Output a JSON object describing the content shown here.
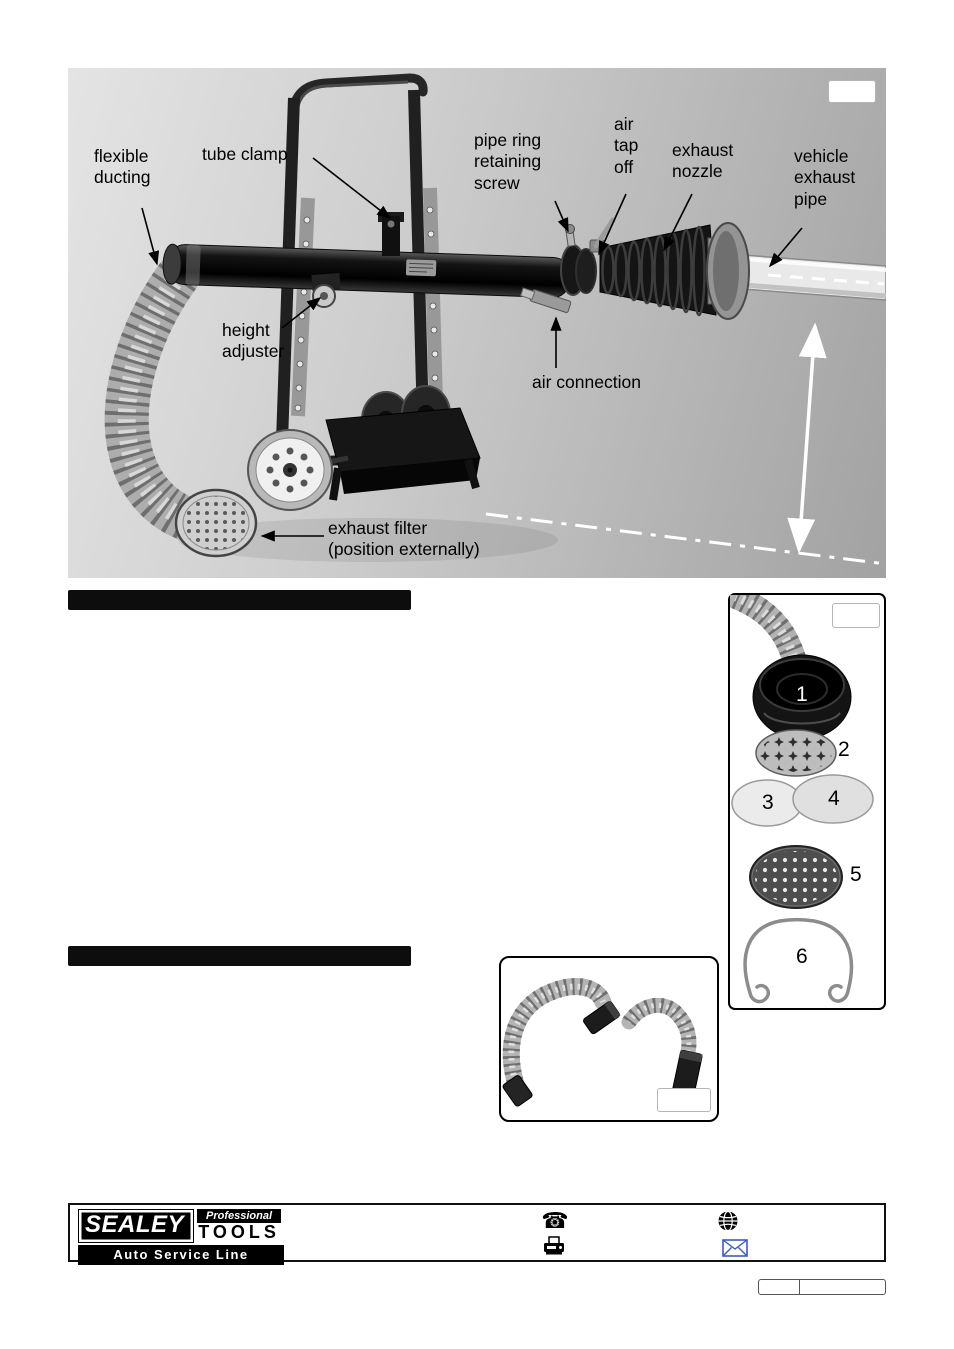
{
  "figure1": {
    "labels": {
      "flexible_ducting": "flexible\nducting",
      "tube_clamp": "tube clamp",
      "pipe_ring_retaining_screw": "pipe ring\nretaining\nscrew",
      "air_tap_off": "air\ntap\noff",
      "exhaust_nozzle": "exhaust\nnozzle",
      "vehicle_exhaust_pipe": "vehicle\nexhaust\npipe",
      "height_adjuster": "height\nadjuster",
      "air_connection": "air connection",
      "exhaust_filter": "exhaust filter\n(position externally)"
    }
  },
  "parts_panel": {
    "numbers": [
      "1",
      "2",
      "3",
      "4",
      "5",
      "6"
    ]
  },
  "footer": {
    "brand": "SEALEY",
    "professional": "Professional",
    "tools": "TOOLS",
    "tagline": "Auto Service Line",
    "phone_glyph": "☎",
    "colors": {
      "envelope": "#3b5bbf"
    },
    "icons": [
      "phone-icon",
      "fax-icon",
      "globe-icon",
      "envelope-icon"
    ]
  }
}
